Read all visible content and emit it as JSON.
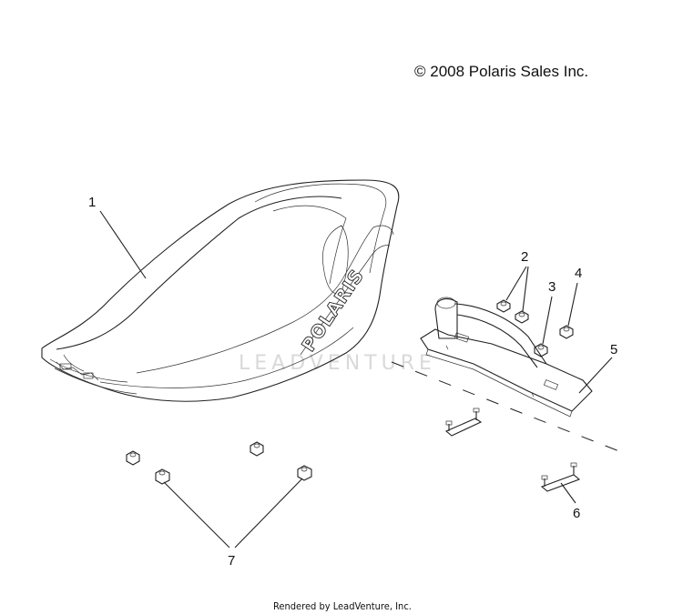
{
  "copyright": "© 2008 Polaris Sales Inc.",
  "footer": "Rendered by LeadVenture, Inc.",
  "watermark": "LEADVENTURE",
  "seat_brand_text": "POLARIS",
  "callouts": [
    {
      "id": "1",
      "text": "1"
    },
    {
      "id": "2",
      "text": "2"
    },
    {
      "id": "3",
      "text": "3"
    },
    {
      "id": "4",
      "text": "4"
    },
    {
      "id": "5",
      "text": "5"
    },
    {
      "id": "6",
      "text": "6"
    },
    {
      "id": "7",
      "text": "7"
    }
  ]
}
